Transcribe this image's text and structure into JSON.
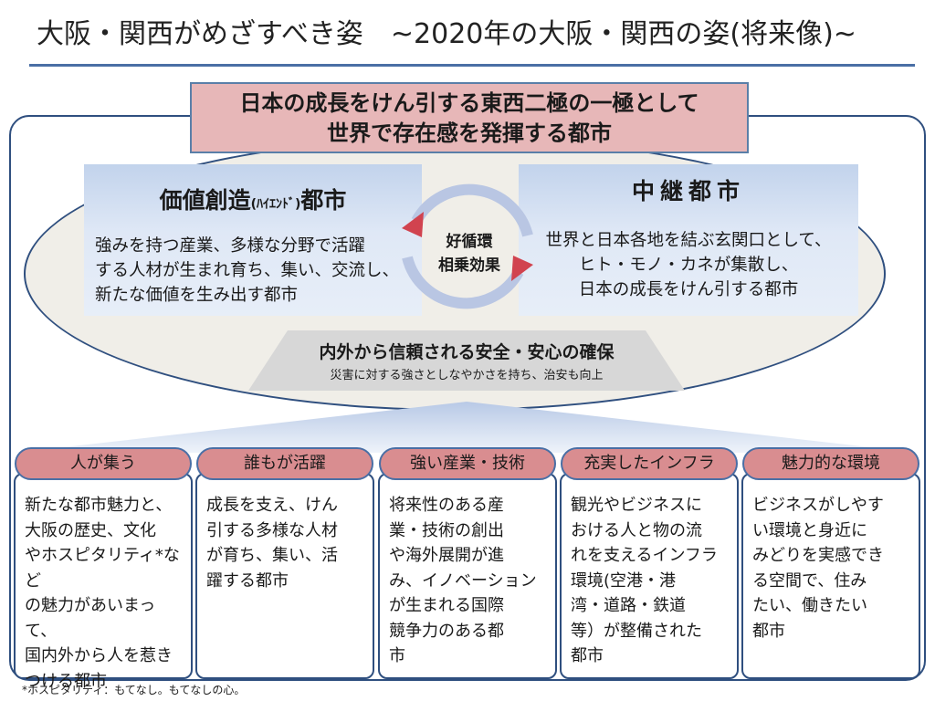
{
  "title": "大阪・関西がめざすべき姿　~2020年の大阪・関西の姿(将来像)~",
  "headline": {
    "line1": "日本の成長をけん引する東西二極の一極として",
    "line2": "世界で存在感を発揮する都市"
  },
  "left_panel": {
    "title_main": "価値創造",
    "title_small": "(ﾊｲｴﾝﾄﾞ)",
    "title_tail": "都市",
    "lines": [
      "強みを持つ産業、多様な分野で活躍",
      "する人材が生まれ育ち、集い、交流し、",
      "新たな価値を生み出す都市"
    ]
  },
  "right_panel": {
    "title": "中継都市",
    "lines": [
      "世界と日本各地を結ぶ玄関口として、",
      "ヒト・モノ・カネが集散し、",
      "日本の成長をけん引する都市"
    ]
  },
  "cycle": {
    "line1": "好循環",
    "line2": "相乗効果",
    "colors": {
      "arrow_red": "#d1434f",
      "arrow_blue": "#b9c6e3"
    }
  },
  "foundation": {
    "title": "内外から信頼される安全・安心の確保",
    "subtitle": "災害に対する強さとしなやかさを持ち、治安も向上"
  },
  "pillars": [
    {
      "label": "人が集う",
      "lines": [
        "新たな都市魅力と、",
        "大阪の歴史、文化",
        "やホスピタリティ*など",
        "の魅力があいまって、",
        "国内外から人を惹き",
        "つける都市"
      ]
    },
    {
      "label": "誰もが活躍",
      "lines": [
        "成長を支え、けん",
        "引する多様な人材",
        "が育ち、集い、活",
        "躍する都市"
      ]
    },
    {
      "label": "強い産業・技術",
      "lines": [
        "将来性のある産",
        "業・技術の創出",
        "や海外展開が進",
        "み、イノベーション",
        "が生まれる国際",
        "競争力のある都",
        "市"
      ]
    },
    {
      "label": "充実したインフラ",
      "lines": [
        "観光やビジネスに",
        "おける人と物の流",
        "れを支えるインフラ",
        "環境(空港・港",
        "湾・道路・鉄道",
        "等）が整備された",
        "都市"
      ]
    },
    {
      "label": "魅力的な環境",
      "lines": [
        "ビジネスがしやす",
        "い環境と身近に",
        "みどりを実感でき",
        "る空間で、住み",
        "たい、働きたい",
        "都市"
      ]
    }
  ],
  "footnote": "*ホスピタリティ：もてなし。もてなしの心。",
  "colors": {
    "accent_blue": "#4a6fa5",
    "frame_blue": "#2f4f7f",
    "headline_fill": "#e7b7b8",
    "pill_fill": "#d98d90",
    "ellipse_fill": "#f0eee8",
    "foundation_fill": "#d7d7d7"
  }
}
